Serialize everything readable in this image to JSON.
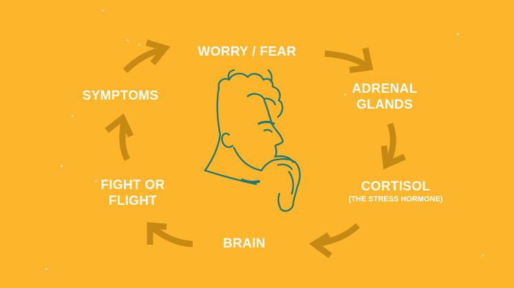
{
  "cycle": {
    "nodes": [
      {
        "id": "worry",
        "label": "WORRY / FEAR"
      },
      {
        "id": "adrenal",
        "label_line1": "ADRENAL",
        "label_line2": "GLANDS"
      },
      {
        "id": "cortisol",
        "label": "CORTISOL",
        "sublabel": "(THE STRESS HORMONE)"
      },
      {
        "id": "brain",
        "label": "BRAIN"
      },
      {
        "id": "fight",
        "label_line1": "FIGHT OR",
        "label_line2": "FLIGHT"
      },
      {
        "id": "symptoms",
        "label": "SYMPTOMS"
      }
    ],
    "colors": {
      "background": "#FDB52C",
      "arrow": "#C68A14",
      "illustration": "#1F7A74",
      "text": "#FFFFFF"
    },
    "illustration": "anxious-person-biting-nails-icon"
  }
}
